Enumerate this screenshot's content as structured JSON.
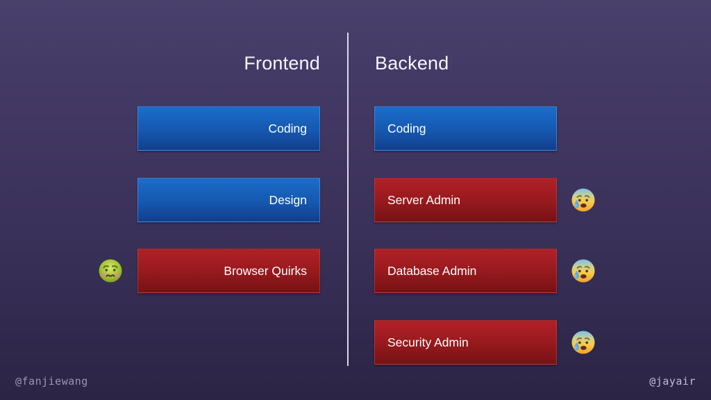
{
  "columns": [
    {
      "title": "Frontend",
      "text_align": "right",
      "items": [
        {
          "label": "Coding",
          "color": "blue"
        },
        {
          "label": "Design",
          "color": "blue"
        },
        {
          "label": "Browser Quirks",
          "color": "red",
          "emoji": "nauseated-face",
          "emoji_side": "left"
        }
      ]
    },
    {
      "title": "Backend",
      "text_align": "left",
      "items": [
        {
          "label": "Coding",
          "color": "blue"
        },
        {
          "label": "Server Admin",
          "color": "red",
          "emoji": "anxious-face-with-sweat",
          "emoji_side": "right"
        },
        {
          "label": "Database Admin",
          "color": "red",
          "emoji": "anxious-face-with-sweat",
          "emoji_side": "right"
        },
        {
          "label": "Security Admin",
          "color": "red",
          "emoji": "anxious-face-with-sweat",
          "emoji_side": "right"
        }
      ]
    }
  ],
  "footer": {
    "left_handle": "@fanjiewang",
    "right_handle": "@jayair"
  },
  "colors": {
    "background_top": "#4a406d",
    "background_bottom": "#2b2444",
    "box_blue_top": "#1b6dca",
    "box_blue_bottom": "#123e8d",
    "box_red_top": "#b22127",
    "box_red_bottom": "#761214",
    "divider": "#ece9f4",
    "box_text": "#ffffff",
    "heading_text": "#f7f5fb",
    "handle_left_text": "#9e94b6",
    "handle_right_text": "#c3bcd6"
  }
}
